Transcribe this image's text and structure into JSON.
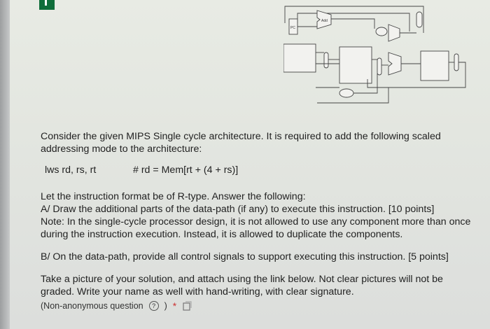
{
  "question": {
    "intro": "Consider the given MIPS Single cycle architecture. It is required to add the following scaled addressing mode to the architecture:",
    "instruction": "lws rd, rs, rt",
    "comment": "# rd = Mem[rt + (4 + rs)]",
    "format_line": "Let the instruction format be of R-type. Answer the following:",
    "part_a": "A/ Draw the additional parts of the data-path (if any) to execute this instruction. [10 points]",
    "note": "Note: In the single-cycle processor design, it is not allowed to use any component more than once during the instruction execution. Instead, it is allowed to duplicate the components.",
    "part_b": "B/ On the data-path, provide all control signals to support executing this instruction. [5 points]",
    "submission": "Take a picture of your solution, and attach using the link below. Not clear pictures will not be graded. Write your name as well with hand-writing, with clear signature.",
    "non_anonymous": "(Non-anonymous question",
    "close_paren": ")",
    "required_mark": "*"
  },
  "diagram": {
    "pc_label": "PC",
    "add_label": "Add"
  },
  "icons": {
    "help": "help-circle-icon",
    "attach": "attachment-icon"
  }
}
